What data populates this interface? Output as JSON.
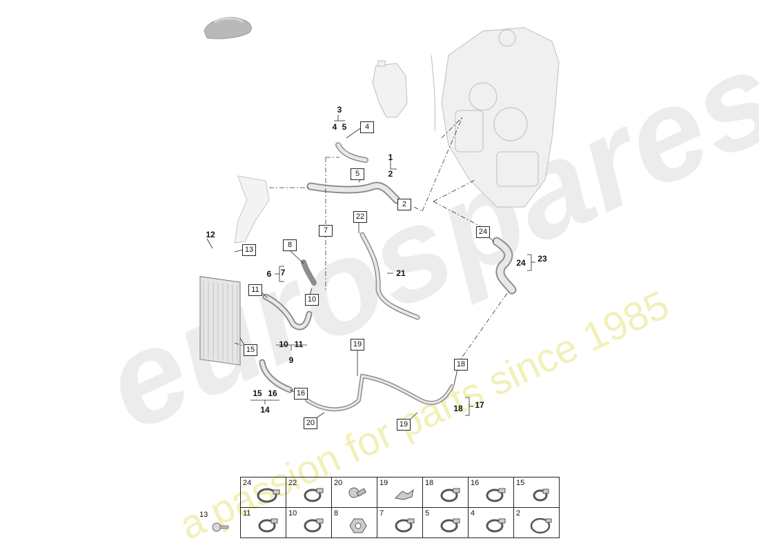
{
  "watermark": {
    "brand": "eurospares",
    "tagline": "a passion for parts since 1985"
  },
  "callouts_boxed": [
    "4",
    "5",
    "2",
    "22",
    "7",
    "8",
    "13",
    "11",
    "10",
    "24",
    "15",
    "16",
    "19",
    "18",
    "20",
    "19"
  ],
  "callouts_plain": [
    "3",
    "4",
    "5",
    "1",
    "2",
    "12",
    "6",
    "7",
    "21",
    "24",
    "23",
    "10",
    "11",
    "9",
    "15",
    "16",
    "14",
    "18",
    "17"
  ],
  "legend": {
    "row1": [
      "24",
      "22",
      "20",
      "19",
      "18",
      "16",
      "15"
    ],
    "row2": [
      "11",
      "10",
      "8",
      "7",
      "5",
      "4",
      "2"
    ],
    "outside_label": "13"
  }
}
